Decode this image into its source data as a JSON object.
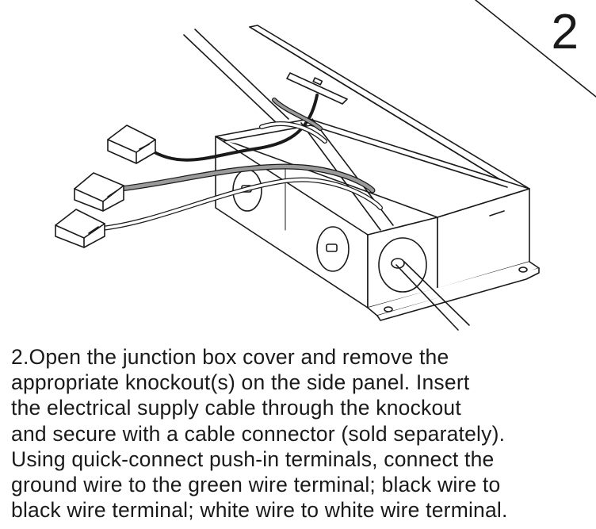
{
  "step": {
    "number": "2"
  },
  "instructions": {
    "lines": [
      "2.Open the junction box cover and remove the",
      "appropriate knockout(s) on the side panel. Insert",
      "the electrical supply cable through the knockout",
      "and secure with a cable connector (sold separately).",
      "Using quick-connect push-in terminals, connect the",
      "ground wire to the green wire terminal; black wire to",
      "black wire terminal; white wire to white wire terminal."
    ]
  },
  "colors": {
    "line": "#1a1a1a",
    "ground_wire": "#9a9a9a",
    "white_wire": "#ffffff",
    "black_wire": "#1a1a1a"
  }
}
